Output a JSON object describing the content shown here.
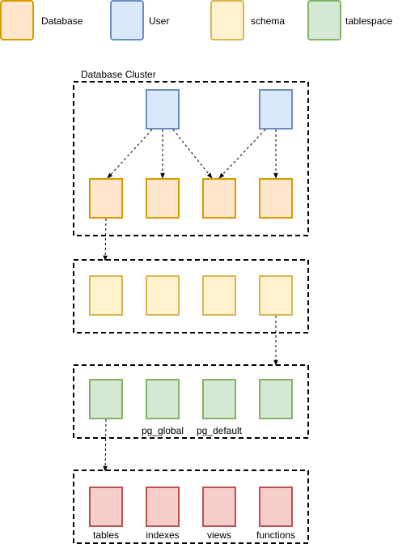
{
  "legend": [
    {
      "key": "database",
      "label": "Database",
      "fill": "#ffe6cc",
      "stroke": "#d79b00"
    },
    {
      "key": "user",
      "label": "User",
      "fill": "#dae8fc",
      "stroke": "#6c8ebf"
    },
    {
      "key": "schema",
      "label": "schema",
      "fill": "#fff2cc",
      "stroke": "#d6b656"
    },
    {
      "key": "tablespace",
      "label": "tablespace",
      "fill": "#d5e8d4",
      "stroke": "#82b366"
    }
  ],
  "relation_color": {
    "fill": "#f8cecc",
    "stroke": "#b85450"
  },
  "cluster": {
    "title": "Database Cluster"
  },
  "tablespace_labels": [
    "",
    "pg_global",
    "pg_default",
    ""
  ],
  "object_labels": [
    "tables",
    "indexes",
    "views",
    "functions"
  ]
}
